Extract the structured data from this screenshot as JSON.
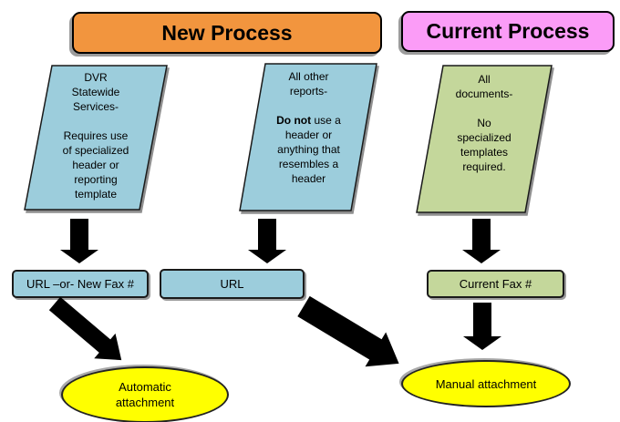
{
  "colors": {
    "orange": "#F2953E",
    "pink": "#FB9CF7",
    "blue": "#9CCDDC",
    "green": "#C4D79B",
    "yellow": "#FFFF00",
    "arrow": "#000000"
  },
  "headers": {
    "new_process": "New Process",
    "current_process": "Current Process"
  },
  "columns": {
    "dvr": {
      "lines": [
        "DVR",
        "Statewide",
        "Services-",
        "",
        "Requires use",
        "of specialized",
        "header or",
        "reporting",
        "template"
      ]
    },
    "other_reports": {
      "lines_before": [
        "All other",
        "reports-",
        ""
      ],
      "bold": "Do not",
      "bold_suffix": " use a",
      "lines_after": [
        "header or",
        "anything that",
        "resembles a",
        "header"
      ]
    },
    "all_documents": {
      "lines": [
        "All",
        "documents-",
        "",
        "No",
        "specialized",
        "templates",
        "required."
      ]
    }
  },
  "boxes": {
    "url_or_fax": "URL –or- New Fax #",
    "url": "URL",
    "current_fax": "Current Fax #"
  },
  "outcomes": {
    "automatic": {
      "lines": [
        "Automatic",
        "attachment"
      ]
    },
    "manual": {
      "label": "Manual attachment"
    }
  }
}
